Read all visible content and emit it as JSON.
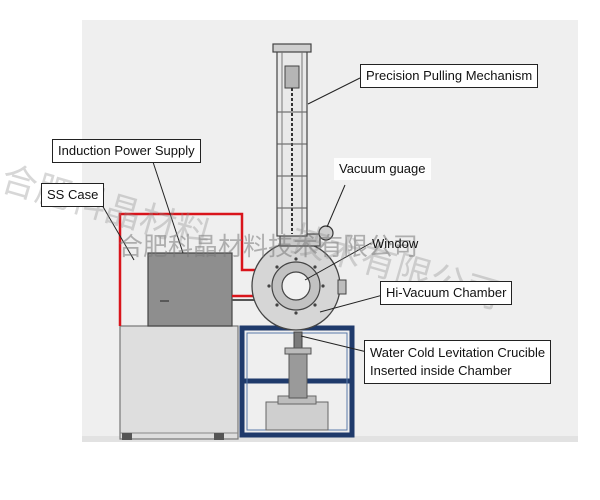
{
  "labels": {
    "precision_pulling": "Precision Pulling Mechanism",
    "induction_power": "Induction Power Supply",
    "ss_case": "SS Case",
    "vacuum_gauge": "Vacuum guage",
    "window": "Window",
    "hi_vacuum": "Hi-Vacuum Chamber",
    "crucible_line1": "Water Cold Levitation Crucible",
    "crucible_line2": "Inserted inside Chamber"
  },
  "watermark": {
    "main": "合肥科晶材料技术有限公司",
    "diagonal_left": "合肥科晶材料",
    "diagonal_right": "技术有限公司"
  },
  "colors": {
    "cable_red": "#d9141b",
    "frame_navy": "#1f3a6b",
    "panel_gray": "#d9d9d9",
    "supply_gray": "#9c9c9c"
  }
}
